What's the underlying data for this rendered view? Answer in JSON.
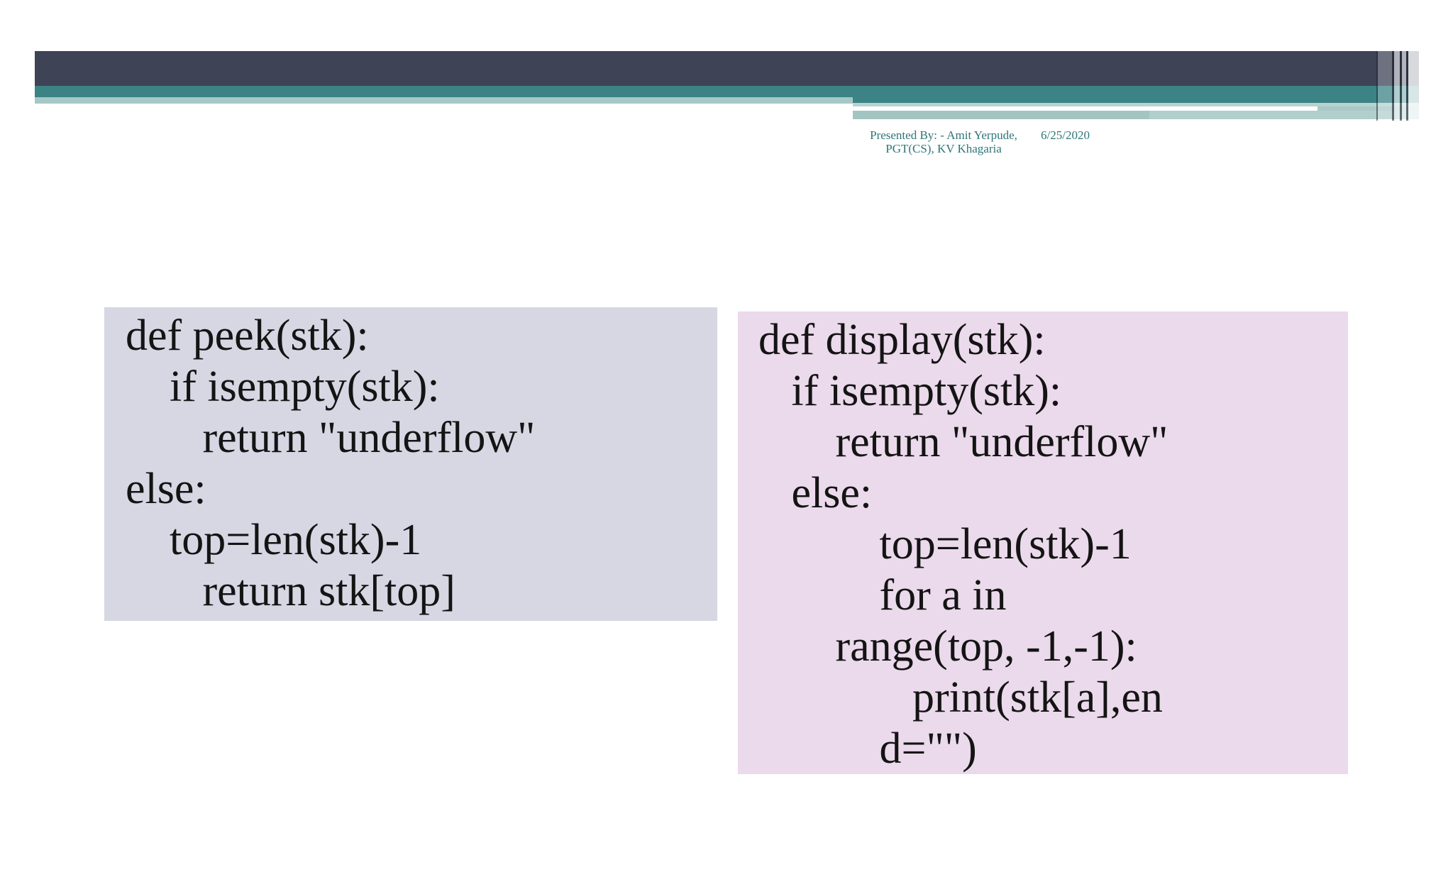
{
  "slide": {
    "date": "6/25/2020",
    "presenter": {
      "line1": "Presented By: - Amit Yerpude,",
      "line2": "PGT(CS), KV Khagaria"
    }
  },
  "colors": {
    "header_bar": "#3e4356",
    "teal_band": "#3c8385",
    "light_teal_band": "#a6c8c5",
    "lighter_teal_stripe": "#b6d3d0",
    "credit_text": "#2f7577",
    "peek_box_bg": "#d6d7e3",
    "display_box_bg": "#ebdaeb",
    "code_text": "#141414"
  },
  "code_boxes": [
    {
      "name": "peek-function",
      "lines": [
        "def peek(stk):",
        "    if isempty(stk):",
        "       return \"underflow\"",
        "else:",
        "    top=len(stk)-1",
        "       return stk[top]"
      ]
    },
    {
      "name": "display-function",
      "lines": [
        "def display(stk):",
        "   if isempty(stk):",
        "       return \"underflow\"",
        "   else:",
        "           top=len(stk)-1",
        "           for a in",
        "       range(top, -1,-1):",
        "              print(stk[a],en",
        "           d=\"\")"
      ]
    }
  ]
}
